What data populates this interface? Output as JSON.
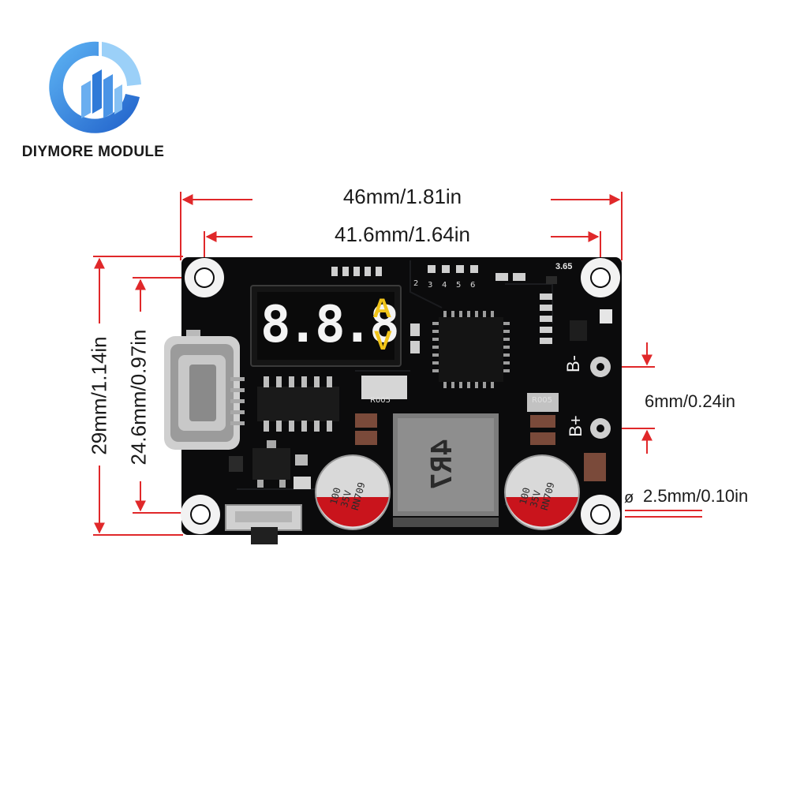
{
  "brand": {
    "name": "DIYMORE MODULE",
    "colors": {
      "blue_dark": "#1f5fc9",
      "blue_light": "#3aa0f0",
      "accent_red": "#e0282a"
    }
  },
  "dimensions": {
    "overall_width": "46mm/1.81in",
    "hole_spacing_width": "41.6mm/1.64in",
    "overall_height": "29mm/1.14in",
    "hole_spacing_height": "24.6mm/0.97in",
    "terminal_pitch": "6mm/0.24in",
    "hole_diameter_symbol": "ø",
    "hole_diameter": "2.5mm/0.10in"
  },
  "board": {
    "display_digits": "8.8.8",
    "display_units": [
      "A",
      "V"
    ],
    "terminal_minus": "B-",
    "terminal_plus": "B+",
    "version_mark": "3.65",
    "inductor_marking": "4R7",
    "capacitor_left": [
      "100",
      "35V",
      "RN709"
    ],
    "capacitor_right": [
      "100",
      "35V",
      "RN709"
    ],
    "resistor_marking": "R005",
    "pin_numbers": [
      "2",
      "3",
      "4",
      "5",
      "6"
    ]
  }
}
